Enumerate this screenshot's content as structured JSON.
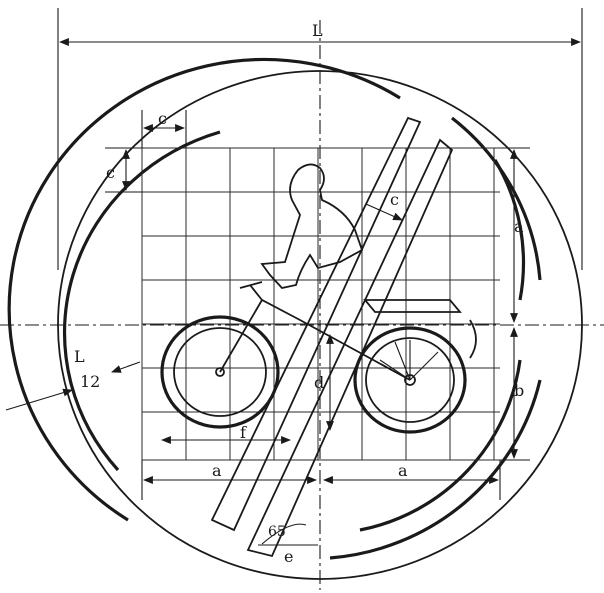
{
  "labels": {
    "overall_width": "L",
    "border_width": "c",
    "grid_cell": "c",
    "bar_offset": "c",
    "upper_height": "a",
    "lower_height": "b",
    "left_half": "a",
    "right_half": "a",
    "ring_label_top": "L",
    "ring_label_bottom": "12",
    "wheel_drop": "d",
    "wheel_span": "f",
    "angle_value": "65",
    "angle_label": "e"
  },
  "colors": {
    "ink": "#1a1a1a",
    "background": "#ffffff"
  }
}
